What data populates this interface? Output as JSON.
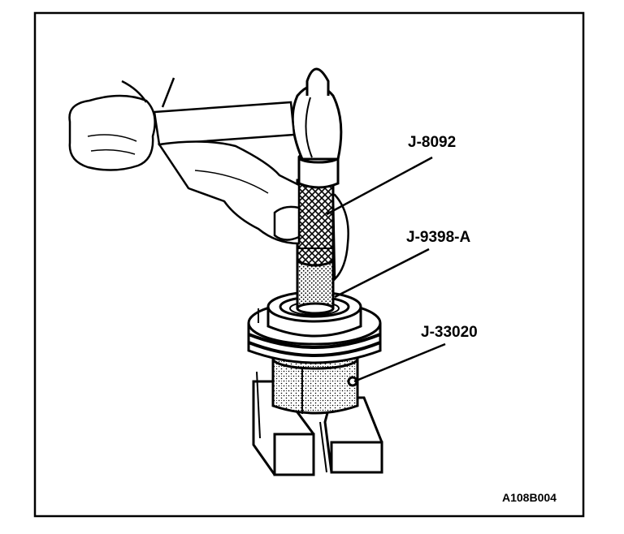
{
  "callouts": [
    {
      "label": "J-8092",
      "target": "driver handle (J-8092)"
    },
    {
      "label": "J-9398-A",
      "target": "bearing installer (J-9398-A)"
    },
    {
      "label": "J-33020",
      "target": "support fixture (J-33020)"
    }
  ],
  "figure_id": "A108B004",
  "colors": {
    "line": "#000000",
    "background": "#ffffff"
  }
}
